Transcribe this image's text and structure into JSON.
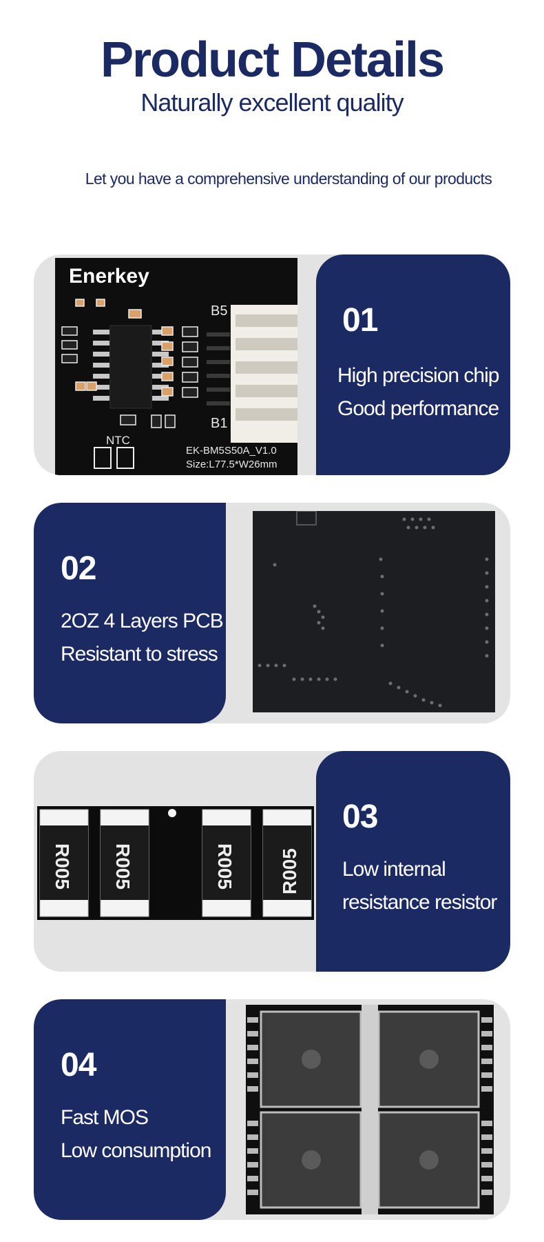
{
  "header": {
    "title": "Product Details",
    "subtitle": "Naturally excellent quality",
    "description": "Let you have a comprehensive understanding of our products"
  },
  "colors": {
    "navy": "#1c2a63",
    "card_bg": "#e3e3e3"
  },
  "features": [
    {
      "number": "01",
      "line1": "High precision chip",
      "line2": "Good performance",
      "image": "bms-board-photo",
      "board_labels": {
        "brand": "Enerkey",
        "b5": "B5",
        "b1": "B1",
        "ntc": "NTC",
        "model": "EK-BM5S50A_V1.0",
        "size": "Size:L77.5*W26mm"
      }
    },
    {
      "number": "02",
      "line1": "2OZ 4 Layers PCB",
      "line2": "Resistant to stress",
      "image": "pcb-closeup-photo"
    },
    {
      "number": "03",
      "line1": "Low internal",
      "line2": "resistance resistor",
      "image": "shunt-resistors-photo",
      "resistor_code": "R005"
    },
    {
      "number": "04",
      "line1": "Fast MOS",
      "line2": "Low consumption",
      "image": "mosfet-array-photo"
    }
  ]
}
